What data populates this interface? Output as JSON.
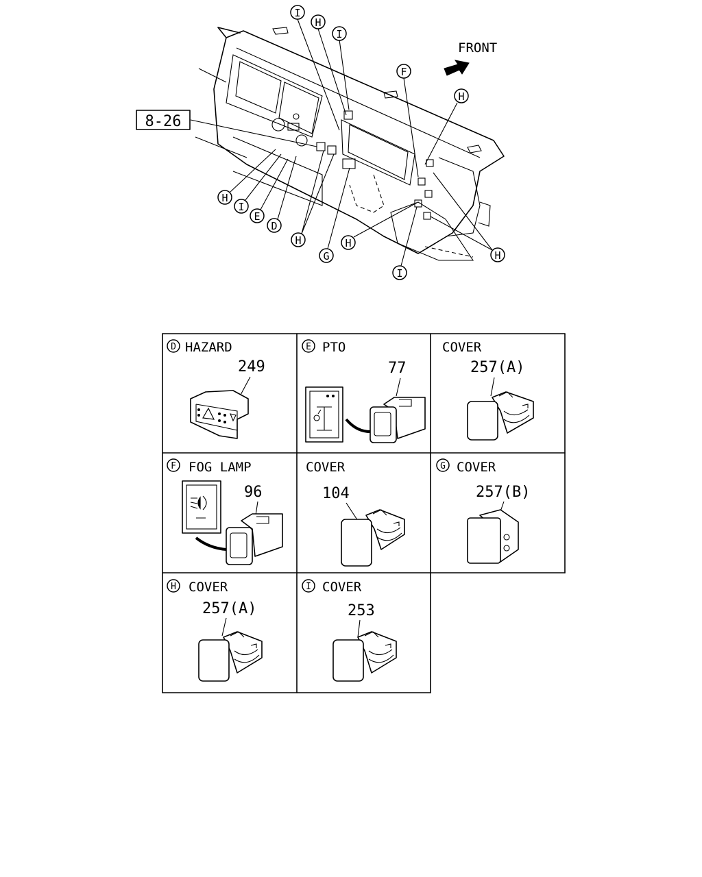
{
  "overview": {
    "direction_label": "FRONT",
    "reference_label": "8-26",
    "callouts": {
      "c1": "I",
      "c2": "H",
      "c3": "I",
      "c4": "F",
      "c5": "H",
      "c6": "H",
      "c7": "I",
      "c8": "E",
      "c9": "D",
      "c10": "H",
      "c11": "G",
      "c12": "H",
      "c13": "H",
      "c14": "I"
    }
  },
  "panels": [
    {
      "letter": "D",
      "title": "HAZARD",
      "part_no": "249"
    },
    {
      "letter": "E",
      "title": "PTO",
      "part_no": "77"
    },
    {
      "letter": "",
      "title": "COVER",
      "part_no": "257(A)"
    },
    {
      "letter": "F",
      "title": "FOG LAMP",
      "part_no": "96"
    },
    {
      "letter": "",
      "title": "COVER",
      "part_no": "104"
    },
    {
      "letter": "G",
      "title": "COVER",
      "part_no": "257(B)"
    },
    {
      "letter": "H",
      "title": "COVER",
      "part_no": "257(A)"
    },
    {
      "letter": "I",
      "title": "COVER",
      "part_no": "253"
    }
  ]
}
